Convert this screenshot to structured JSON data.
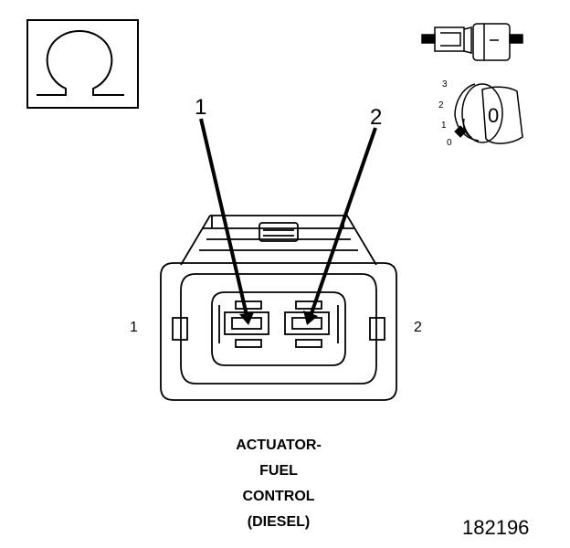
{
  "symbol": {
    "icon": "ohm-symbol-icon"
  },
  "connector_icon": {
    "icon": "connector-mating-icon"
  },
  "switch_icon": {
    "icon": "ignition-key-icon",
    "positions": [
      "3",
      "2",
      "1",
      "0"
    ],
    "key_label": "0"
  },
  "callouts": {
    "pin1": "1",
    "pin2": "2"
  },
  "side_labels": {
    "left": "1",
    "right": "2"
  },
  "caption": {
    "line1": "ACTUATOR-",
    "line2": "FUEL",
    "line3": "CONTROL",
    "line4": "(DIESEL)"
  },
  "figure_number": "182196",
  "colors": {
    "line": "#000000",
    "background": "#ffffff"
  }
}
